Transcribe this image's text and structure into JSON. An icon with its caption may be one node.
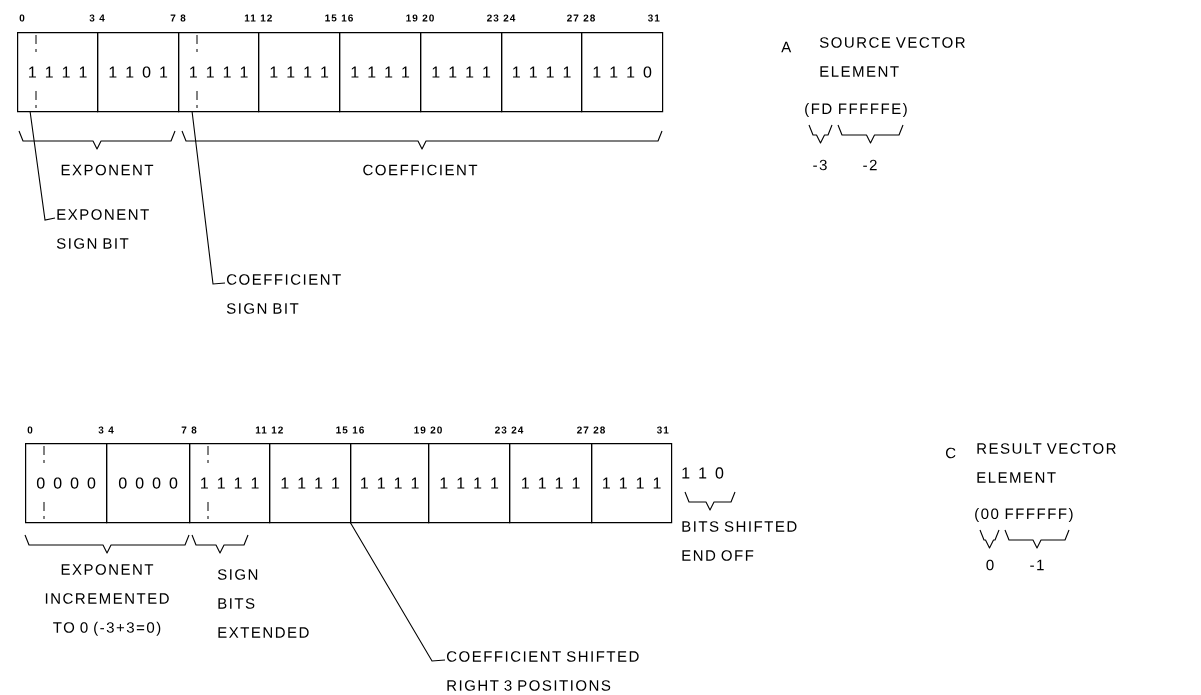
{
  "diagram": {
    "nodes": [
      {
        "text": [
          "1 1 1 1"
        ]
      },
      {
        "text": [
          "1 1 0 1"
        ]
      },
      {
        "text": [
          "1 1 1 1"
        ]
      },
      {
        "text": [
          "1 1 1 1"
        ]
      },
      {
        "text": [
          "1 1 1 1"
        ]
      },
      {
        "text": [
          "1 1 1 1"
        ]
      },
      {
        "text": [
          "1 1 1 1"
        ]
      },
      {
        "text": [
          "1 1 1 0"
        ]
      },
      {
        "text": [
          "EXPONENT SIGN BIT"
        ]
      },
      {
        "text": [
          "COEFFICIENT SIGN BIT"
        ]
      },
      {
        "text": [
          "0 0 0 0"
        ]
      },
      {
        "text": [
          "0 0 0 0"
        ]
      },
      {
        "text": [
          "1 1 1 1"
        ]
      },
      {
        "text": [
          "1 1 1 1"
        ]
      },
      {
        "text": [
          "1 1 1 1"
        ]
      },
      {
        "text": [
          "1 1 1 1"
        ]
      },
      {
        "text": [
          "1 1 1 1"
        ]
      },
      {
        "text": [
          "1 1 1 1"
        ]
      },
      {
        "text": [
          "COEFFICIENT SHIFTED RIGHT 3 POSITIONS"
        ]
      }
    ],
    "edges": [
      {
        "from": 8,
        "to": 0,
        "arrow": "none"
      },
      {
        "from": 9,
        "to": 2,
        "arrow": "none"
      },
      {
        "from": 18,
        "to": 14,
        "arrow": "none"
      }
    ],
    "labels": [
      "0",
      "3",
      "4",
      "7",
      "8",
      "11",
      "12",
      "15",
      "16",
      "19",
      "20",
      "23",
      "24",
      "27",
      "28",
      "31",
      "A",
      "SOURCE VECTOR ELEMENT",
      "(FD FFFFFE)",
      "-3",
      "-2",
      "EXPONENT",
      "COEFFICIENT",
      "0",
      "3",
      "4",
      "7",
      "8",
      "11",
      "12",
      "15",
      "16",
      "19",
      "20",
      "23",
      "24",
      "27",
      "28",
      "31",
      "1 1 0",
      "C",
      "RESULT VECTOR ELEMENT",
      "(00 FFFFFF)",
      "BITS SHIFTED END OFF",
      "0",
      "-1",
      "EXPONENT INCREMENTED TO 0 (-3+3=0)",
      "SIGN BITS EXTENDED"
    ]
  }
}
